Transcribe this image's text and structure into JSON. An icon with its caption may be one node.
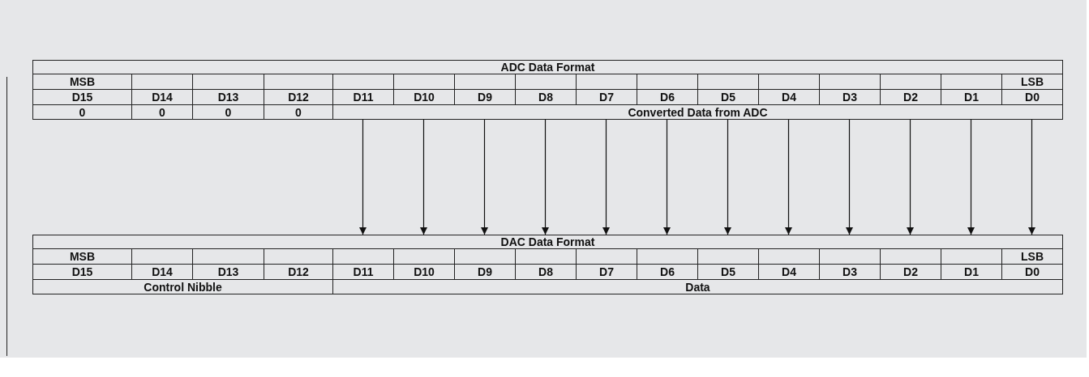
{
  "diagram": {
    "nodes": [
      {
        "text": [
          "ADC Data Format"
        ]
      },
      {
        "text": [
          "Converted Data from ADC"
        ]
      },
      {
        "text": [
          "DAC Data Format"
        ]
      },
      {
        "text": [
          "Control Nibble"
        ]
      },
      {
        "text": [
          "Data"
        ]
      }
    ],
    "edges": [
      {
        "from": 1,
        "to": 2,
        "arrow": "to"
      },
      {
        "from": 1,
        "to": 2,
        "arrow": "to"
      },
      {
        "from": 1,
        "to": 2,
        "arrow": "to"
      },
      {
        "from": 1,
        "to": 2,
        "arrow": "to"
      },
      {
        "from": 1,
        "to": 2,
        "arrow": "to"
      },
      {
        "from": 1,
        "to": 2,
        "arrow": "to"
      },
      {
        "from": 1,
        "to": 2,
        "arrow": "to"
      },
      {
        "from": 1,
        "to": 2,
        "arrow": "to"
      },
      {
        "from": 1,
        "to": 2,
        "arrow": "to"
      },
      {
        "from": 1,
        "to": 2,
        "arrow": "to"
      },
      {
        "from": 1,
        "to": 2,
        "arrow": "to"
      },
      {
        "from": 1,
        "to": 2,
        "arrow": "to"
      }
    ],
    "labels": [
      "MSB",
      "LSB",
      "D15",
      "D14",
      "D13",
      "D12",
      "D11",
      "D10",
      "D9",
      "D8",
      "D7",
      "D6",
      "D5",
      "D4",
      "D3",
      "D2",
      "D1",
      "D0",
      "0",
      "0",
      "0",
      "0",
      "MSB",
      "LSB",
      "D15",
      "D14",
      "D13",
      "D12",
      "D11",
      "D10",
      "D9",
      "D8",
      "D7",
      "D6",
      "D5",
      "D4",
      "D3",
      "D2",
      "D1",
      "D0"
    ]
  }
}
